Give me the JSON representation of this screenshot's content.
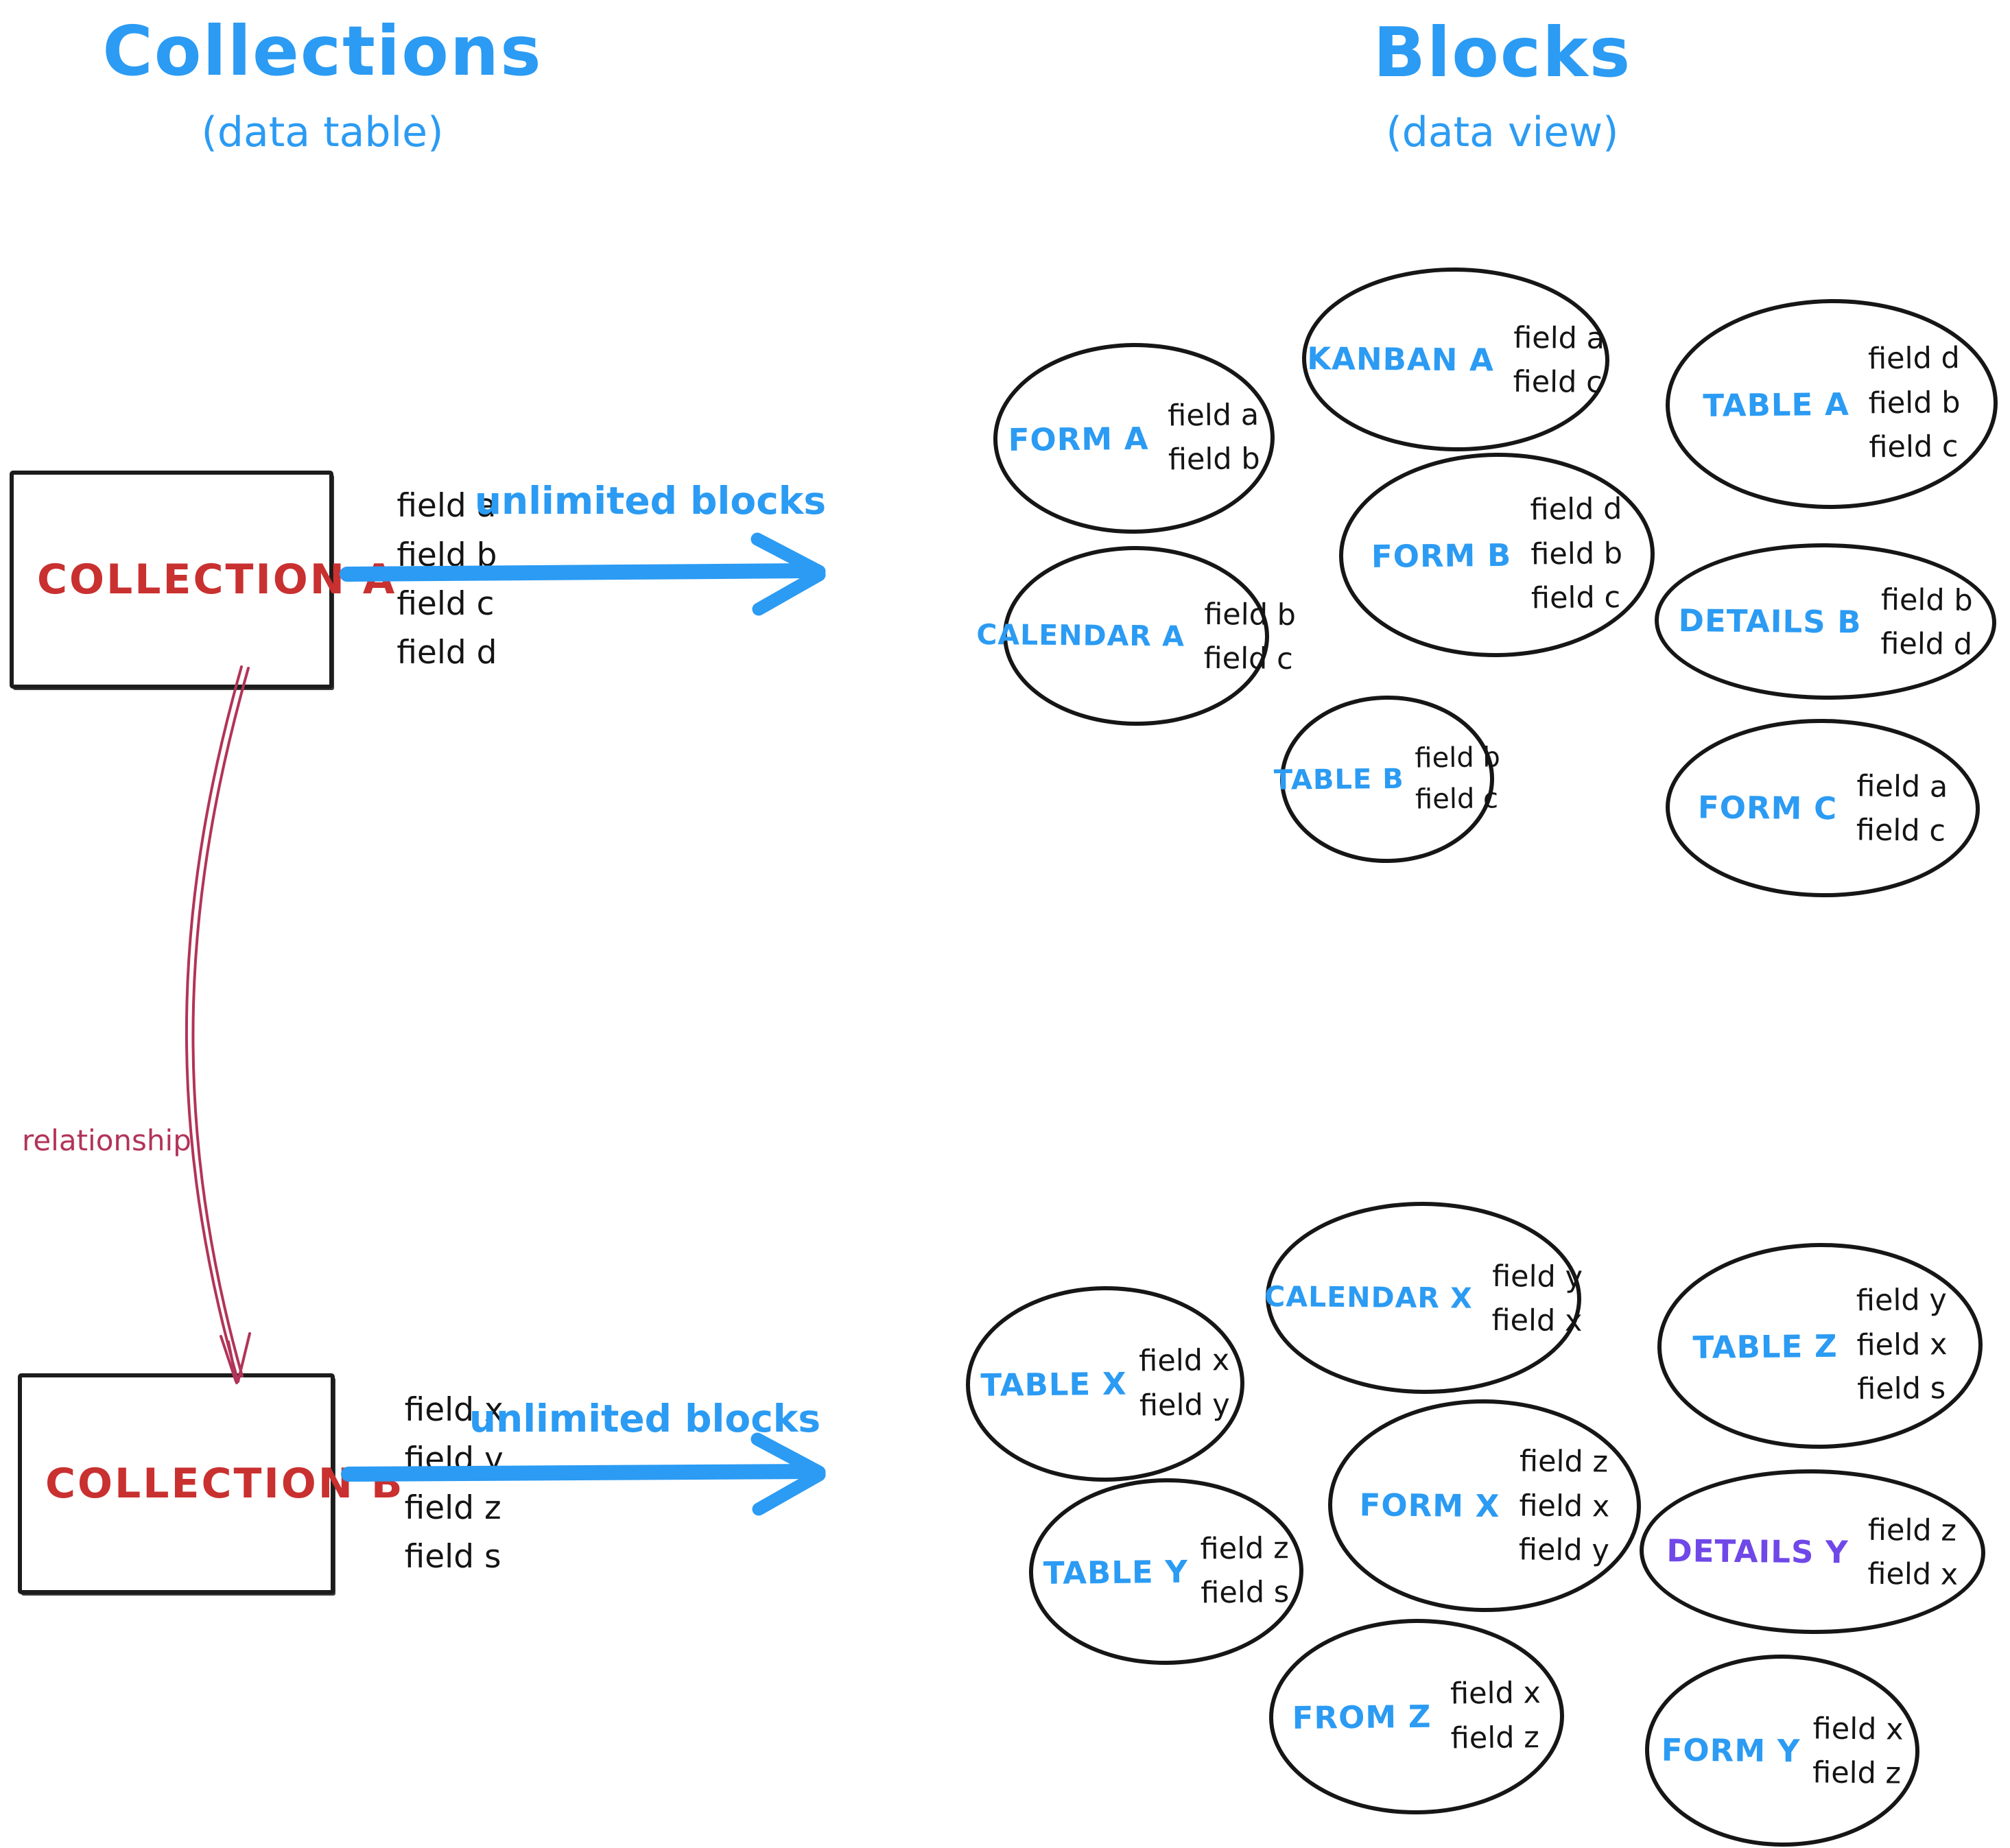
{
  "headings": {
    "collections_title": "Collections",
    "collections_subtitle": "(data table)",
    "blocks_title": "Blocks",
    "blocks_subtitle": "(data view)"
  },
  "colors": {
    "accent_blue": "#2b9bf3",
    "collection_red": "#c93030",
    "relationship_crimson": "#b23458",
    "details_y_purple": "#7048e8",
    "ink": "#141414"
  },
  "collections": [
    {
      "name": "COLLECTION A",
      "fields": [
        "field a",
        "field b",
        "field c",
        "field d"
      ]
    },
    {
      "name": "COLLECTION B",
      "fields": [
        "field x",
        "field y",
        "field z",
        "field s"
      ]
    }
  ],
  "arrows": [
    {
      "label": "unlimited blocks"
    },
    {
      "label": "unlimited blocks"
    }
  ],
  "relationship": {
    "label": "relationship"
  },
  "blocks": {
    "cluster_a": [
      {
        "name": "FORM A",
        "fields": [
          "field a",
          "field b"
        ]
      },
      {
        "name": "KANBAN A",
        "fields": [
          "field a",
          "field c"
        ]
      },
      {
        "name": "TABLE A",
        "fields": [
          "field d",
          "field b",
          "field c"
        ]
      },
      {
        "name": "CALENDAR A",
        "fields": [
          "field b",
          "field c"
        ]
      },
      {
        "name": "FORM B",
        "fields": [
          "field d",
          "field b",
          "field c"
        ]
      },
      {
        "name": "DETAILS B",
        "fields": [
          "field b",
          "field d"
        ]
      },
      {
        "name": "TABLE B",
        "fields": [
          "field b",
          "field c"
        ]
      },
      {
        "name": "FORM C",
        "fields": [
          "field a",
          "field c"
        ]
      }
    ],
    "cluster_b": [
      {
        "name": "TABLE X",
        "fields": [
          "field x",
          "field y"
        ]
      },
      {
        "name": "CALENDAR X",
        "fields": [
          "field y",
          "field x"
        ]
      },
      {
        "name": "TABLE Z",
        "fields": [
          "field y",
          "field x",
          "field s"
        ]
      },
      {
        "name": "FORM X",
        "fields": [
          "field z",
          "field x",
          "field y"
        ]
      },
      {
        "name": "TABLE Y",
        "fields": [
          "field z",
          "field s"
        ]
      },
      {
        "name": "DETAILS Y",
        "fields": [
          "field z",
          "field x"
        ]
      },
      {
        "name": "FROM Z",
        "fields": [
          "field x",
          "field z"
        ]
      },
      {
        "name": "FORM Y",
        "fields": [
          "field x",
          "field z"
        ]
      }
    ]
  }
}
